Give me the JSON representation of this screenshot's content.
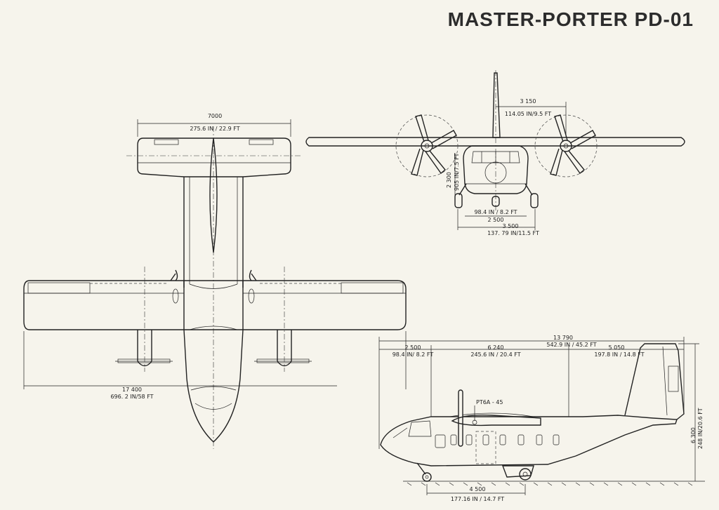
{
  "title": "MASTER-PORTER PD-01",
  "plan_view": {
    "tail_span": {
      "value": "7000",
      "imperial": "275.6 IN / 22.9 FT"
    },
    "wing_span": {
      "value": "17 400",
      "imperial": "696. 2 IN/58 FT"
    }
  },
  "front_view": {
    "prop_offset": {
      "value": "3 150",
      "imperial": "114.05 IN/9.5 FT"
    },
    "height": {
      "value": "2 300",
      "imperial": "905 IN/7.5 FT"
    },
    "gear_inner": {
      "value": "2 500",
      "imperial": "98.4 IN / 8.2 FT"
    },
    "track": {
      "value": "3 500",
      "imperial": "137. 79 IN/11.5 FT"
    }
  },
  "side_view": {
    "length": {
      "value": "13 790",
      "imperial": "542.9 IN / 45.2 FT"
    },
    "nose": {
      "value": "2 500",
      "imperial": "98.4 IN/ 8.2 FT"
    },
    "cabin": {
      "value": "6 240",
      "imperial": "245.6 IN / 20.4 FT"
    },
    "tail": {
      "value": "5 050",
      "imperial": "197.8 IN / 14.8 FT"
    },
    "height": {
      "value": "6 300",
      "imperial": "248 IN/20.6 FT"
    },
    "wheelbase": {
      "value": "4 500",
      "imperial": "177.16 IN / 14.7 FT"
    },
    "engine_label": "PT6A - 45"
  }
}
